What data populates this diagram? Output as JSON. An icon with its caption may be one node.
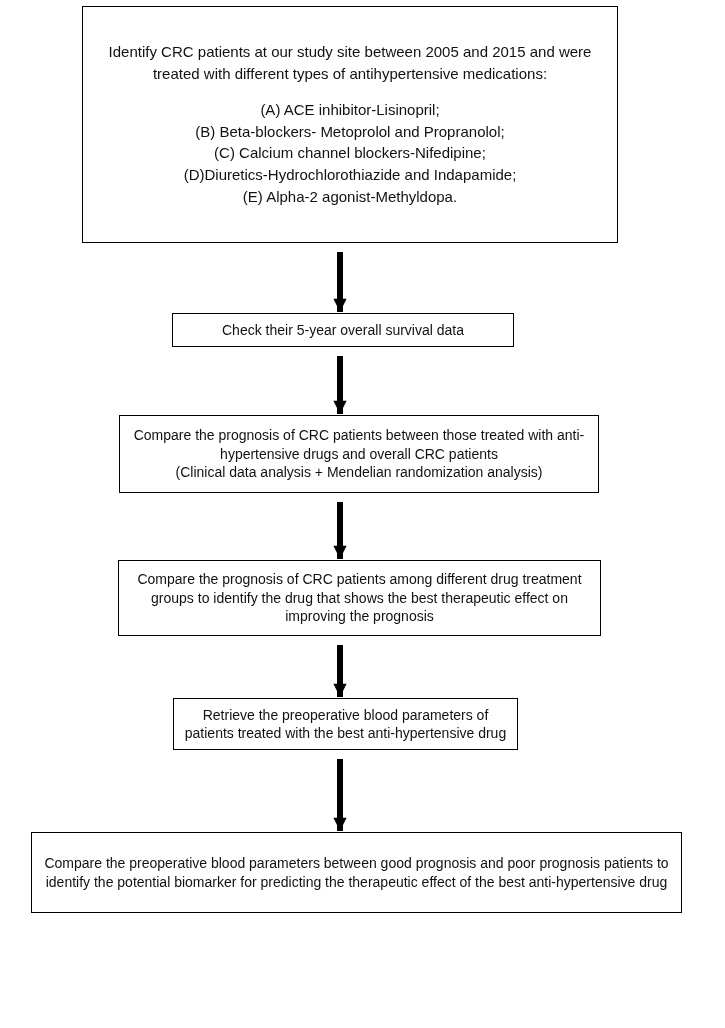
{
  "diagram": {
    "nodes": [
      {
        "text": [
          "Identify CRC patients at our study site between 2005 and 2015 and were treated with different types of antihypertensive medications:",
          "(A) ACE inhibitor-Lisinopril;",
          "(B) Beta-blockers- Metoprolol and Propranolol;",
          "(C) Calcium channel blockers-Nifedipine;",
          "(D)Diuretics-Hydrochlorothiazide and Indapamide;",
          "(E) Alpha-2 agonist-Methyldopa."
        ]
      },
      {
        "text": [
          "Check their 5-year overall survival data"
        ]
      },
      {
        "text": [
          "Compare the prognosis of CRC patients between those treated with anti-hypertensive drugs and overall CRC patients",
          "(Clinical data analysis + Mendelian randomization analysis)"
        ]
      },
      {
        "text": [
          "Compare the prognosis of CRC patients among different drug treatment groups to identify the drug that shows the best therapeutic effect on improving the prognosis"
        ]
      },
      {
        "text": [
          "Retrieve the preoperative blood parameters of patients treated with the best anti-hypertensive drug"
        ]
      },
      {
        "text": [
          "Compare the preoperative blood parameters between good prognosis and poor prognosis patients to identify the potential biomarker for predicting the therapeutic effect of the best anti-hypertensive drug"
        ]
      }
    ],
    "edges": [
      {
        "from": 0,
        "to": 1,
        "arrow": "to"
      },
      {
        "from": 1,
        "to": 2,
        "arrow": "to"
      },
      {
        "from": 2,
        "to": 3,
        "arrow": "to"
      },
      {
        "from": 3,
        "to": 4,
        "arrow": "to"
      },
      {
        "from": 4,
        "to": 5,
        "arrow": "to"
      }
    ]
  }
}
